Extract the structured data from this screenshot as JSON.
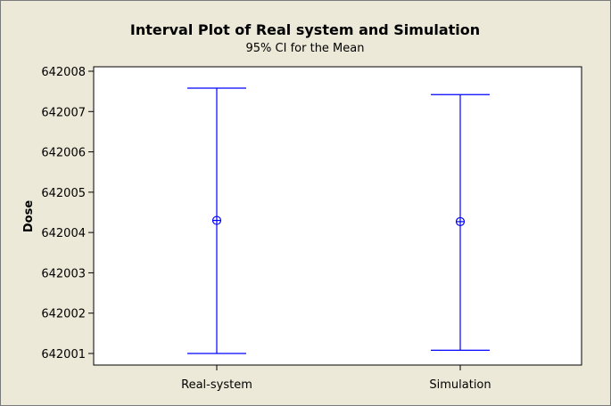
{
  "chart_data": {
    "type": "interval",
    "title": "Interval Plot of Real system and Simulation",
    "subtitle": "95% CI for the Mean",
    "xlabel": "",
    "ylabel": "Dose",
    "categories": [
      "Real-system",
      "Simulation"
    ],
    "series": [
      {
        "mean": [
          642004.3,
          642004.27
        ],
        "lower": [
          642001.0,
          642001.08
        ],
        "upper": [
          642007.58,
          642007.42
        ]
      }
    ],
    "ylim": [
      642000.8,
      642008.1
    ],
    "yticks": [
      642001,
      642002,
      642003,
      642004,
      642005,
      642006,
      642007,
      642008
    ],
    "ytick_labels": [
      "642001",
      "642002",
      "642003",
      "642004",
      "642005",
      "642006",
      "642007",
      "642008"
    ],
    "grid": false,
    "colors": {
      "interval": "#0000ff",
      "background": "#ece9d8",
      "plot_area": "#ffffff",
      "text": "#000000"
    }
  }
}
